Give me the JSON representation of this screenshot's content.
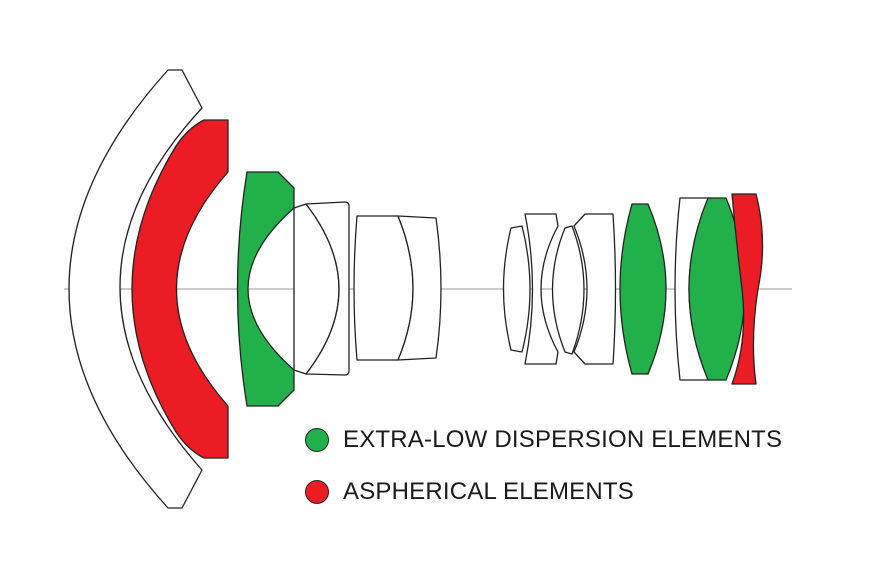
{
  "colors": {
    "ed": "#22b04b",
    "aspherical": "#ec1c24",
    "standard": "#ffffff",
    "outline": "#222222",
    "axis": "#9a9a9a"
  },
  "lens_elements": [
    {
      "id": "g1",
      "type": "standard"
    },
    {
      "id": "g2",
      "type": "aspherical"
    },
    {
      "id": "g3",
      "type": "ed"
    },
    {
      "id": "g4",
      "type": "standard"
    },
    {
      "id": "g5",
      "type": "standard"
    },
    {
      "id": "g6",
      "type": "standard"
    },
    {
      "id": "g7",
      "type": "standard"
    },
    {
      "id": "g8",
      "type": "standard"
    },
    {
      "id": "g9",
      "type": "ed"
    },
    {
      "id": "g10",
      "type": "standard"
    },
    {
      "id": "g11",
      "type": "ed"
    },
    {
      "id": "g12",
      "type": "aspherical"
    }
  ],
  "legend": [
    {
      "label": "EXTRA-LOW DISPERSION ELEMENTS",
      "color": "#22b04b"
    },
    {
      "label": "ASPHERICAL ELEMENTS",
      "color": "#ec1c24"
    }
  ]
}
